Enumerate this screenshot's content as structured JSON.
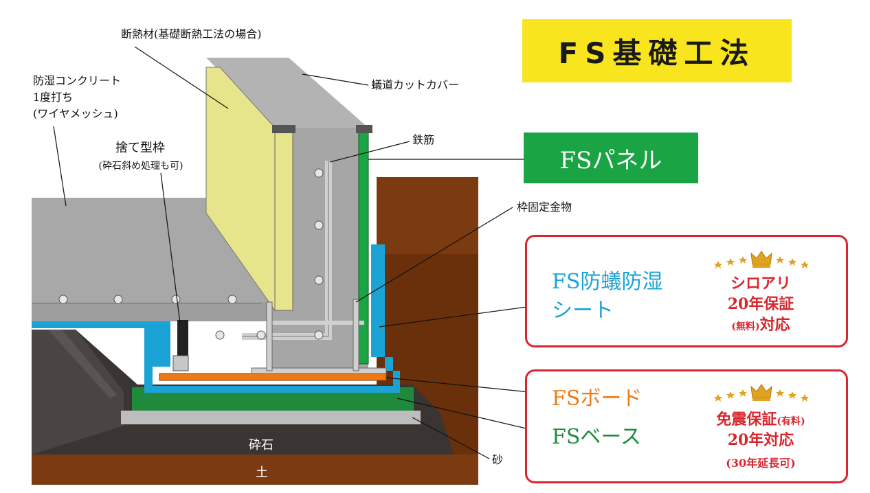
{
  "title": "FS基礎工法",
  "panel_label": "FSパネル",
  "labels": {
    "insulation": "断熱材(基礎断熱工法の場合)",
    "concrete": [
      "防湿コンクリート",
      "1度打ち",
      "(ワイヤメッシュ)"
    ],
    "formwork": "捨て型枠",
    "formwork_note": "(砕石斜め処理も可)",
    "termite_cover": "蟻道カットカバー",
    "rebar": "鉄筋",
    "frame_fixture": "枠固定金物",
    "gravel": "砕石",
    "soil": "土",
    "sand": "砂"
  },
  "card1": {
    "heading_lines": [
      "FS防蟻防湿",
      "シート"
    ],
    "badge_lines": [
      "シロアリ",
      "20年保証"
    ],
    "badge_small": "(無料)",
    "badge_tail": "対応"
  },
  "card2": {
    "board": "FSボード",
    "base": "FSベース",
    "badge_line1": "免震保証",
    "badge_line1_small": "(有料)",
    "badge_line2": "20年対応",
    "badge_line3": "(30年延長可)"
  },
  "colors": {
    "title_bg": "#f9e51d",
    "panel_green": "#1aa444",
    "sheet_cyan": "#1ba3d6",
    "board_orange": "#ee7a16",
    "base_green": "#1f8a3c",
    "card_red": "#d8262e",
    "soil_brown": "#7a3e12",
    "insulation_yellow": "#e6e58c",
    "concrete_gray": "#9a9a9a"
  },
  "icons": [
    "crown-icon",
    "star-icon"
  ]
}
